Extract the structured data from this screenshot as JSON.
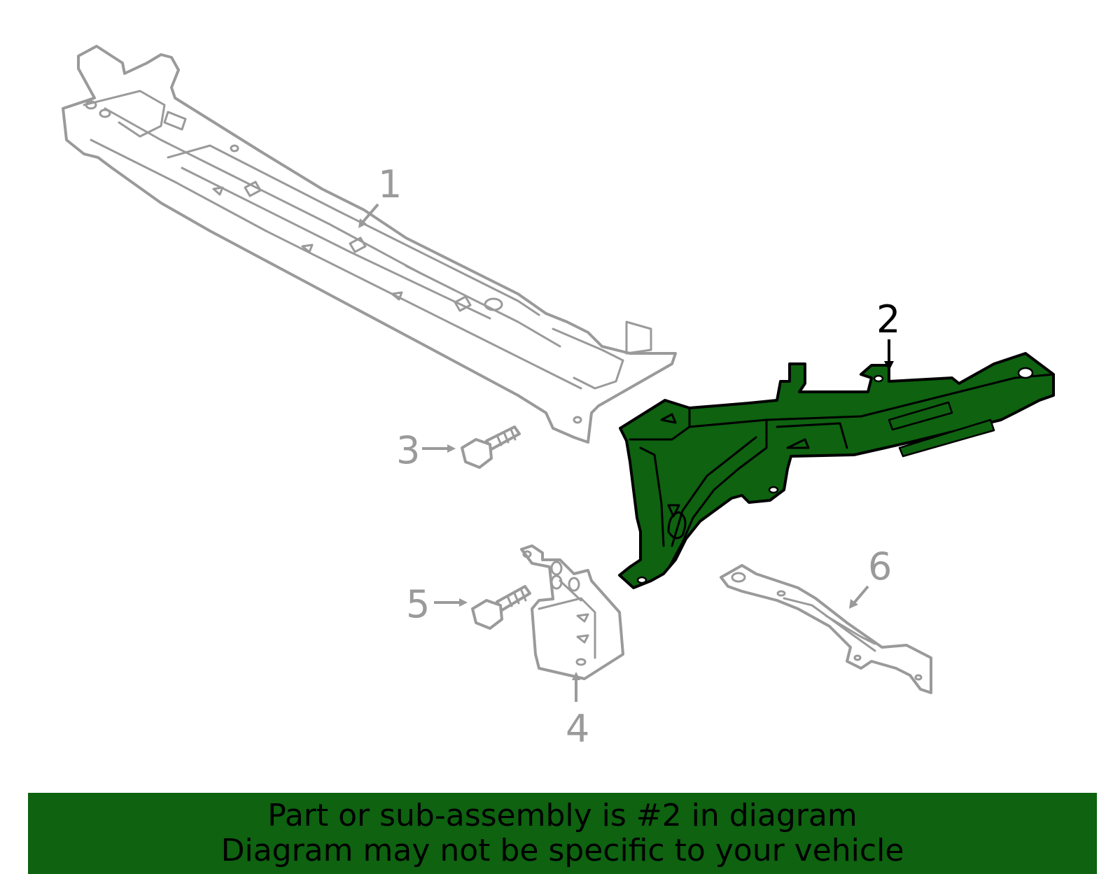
{
  "callouts": [
    {
      "id": "1",
      "label": "1",
      "highlighted": false
    },
    {
      "id": "2",
      "label": "2",
      "highlighted": true
    },
    {
      "id": "3",
      "label": "3",
      "highlighted": false
    },
    {
      "id": "4",
      "label": "4",
      "highlighted": false
    },
    {
      "id": "5",
      "label": "5",
      "highlighted": false
    },
    {
      "id": "6",
      "label": "6",
      "highlighted": false
    }
  ],
  "banner": {
    "line1": "Part or sub-assembly is #2 in diagram",
    "line2": "Diagram may not be specific to your vehicle"
  },
  "colors": {
    "highlight_fill": "#0e6210",
    "banner_bg": "#0e6210",
    "part_outline": "#9a9a9a",
    "background": "#ffffff"
  }
}
